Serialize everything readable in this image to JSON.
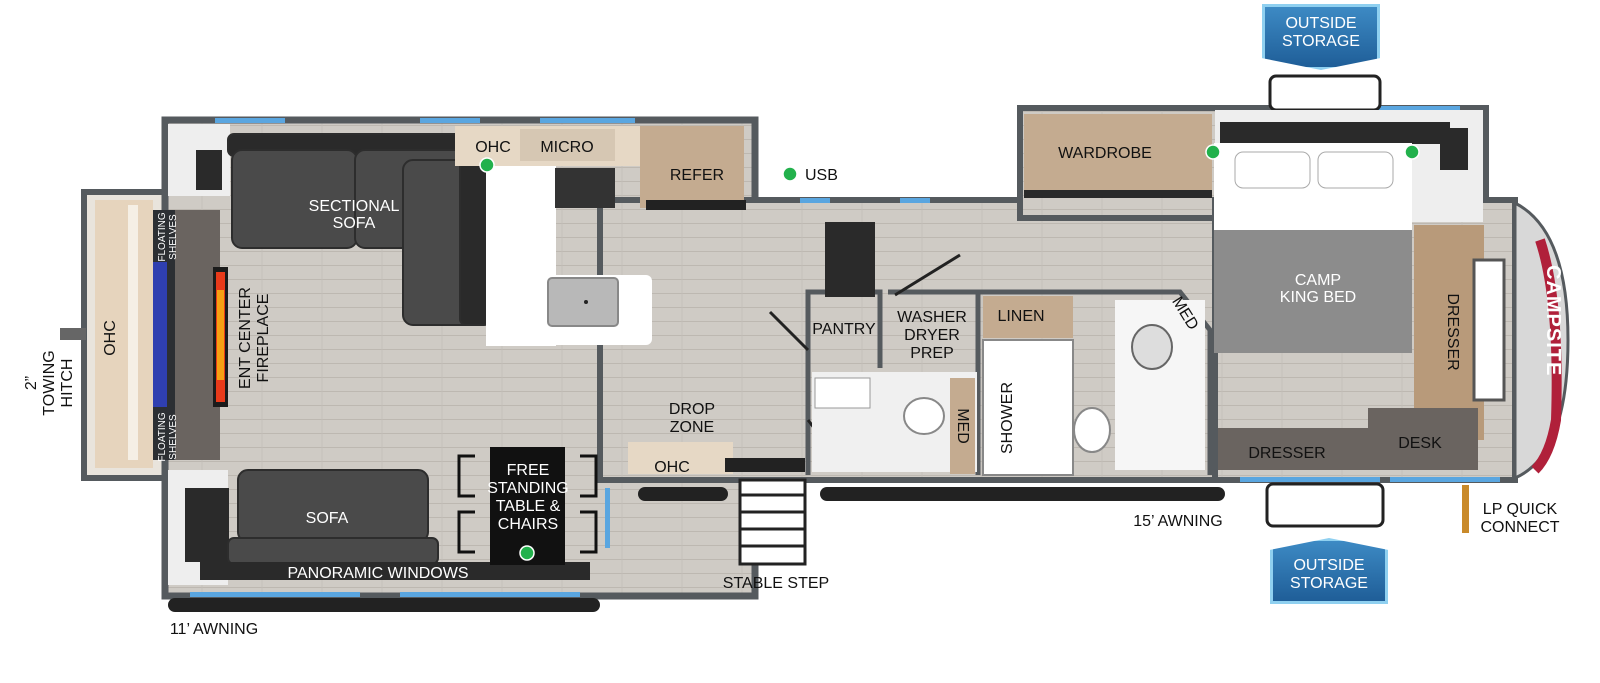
{
  "labels": {
    "ohc_front": "OHC",
    "towing_hitch_1": "2”",
    "towing_hitch_2": "TOWING",
    "towing_hitch_3": "HITCH",
    "floating_shelves_top_1": "FLOATING",
    "floating_shelves_top_2": "SHELVES",
    "floating_shelves_bottom_1": "FLOATING",
    "floating_shelves_bottom_2": "SHELVES",
    "ent_center_1": "ENT CENTER",
    "ent_center_2": "FIREPLACE",
    "sectional_sofa_1": "SECTIONAL",
    "sectional_sofa_2": "SOFA",
    "ohc_kitchen": "OHC",
    "micro": "MICRO",
    "refer": "REFER",
    "usb": "USB",
    "wardrobe": "WARDROBE",
    "pantry": "PANTRY",
    "washer_1": "WASHER",
    "washer_2": "DRYER",
    "washer_3": "PREP",
    "linen": "LINEN",
    "med_bath": "MED",
    "med_half": "MED",
    "shower": "SHOWER",
    "camp_king_1": "CAMP",
    "camp_king_2": "KING BED",
    "dresser_side": "DRESSER",
    "dresser_bottom": "DRESSER",
    "desk": "DESK",
    "drop_zone_1": "DROP",
    "drop_zone_2": "ZONE",
    "ohc_drop": "OHC",
    "free_table_1": "FREE",
    "free_table_2": "STANDING",
    "free_table_3": "TABLE &",
    "free_table_4": "CHAIRS",
    "sofa": "SOFA",
    "panoramic_windows": "PANORAMIC WINDOWS",
    "awning_15": "15’ AWNING",
    "awning_11": "11’ AWNING",
    "stable_step": "STABLE STEP",
    "lp_quick_1": "LP QUICK",
    "lp_quick_2": "CONNECT",
    "brand": "CAMPSITE"
  },
  "badges": {
    "outside_storage_top_1": "OUTSIDE",
    "outside_storage_top_2": "STORAGE",
    "outside_storage_bottom_1": "OUTSIDE",
    "outside_storage_bottom_2": "STORAGE"
  },
  "colors": {
    "floor": "#c9c6c0",
    "wall": "#555a5e",
    "window": "#5aa6e0",
    "wood": "#b89a7a",
    "usb_dot": "#22b14c",
    "badge": "#2f73b0"
  }
}
